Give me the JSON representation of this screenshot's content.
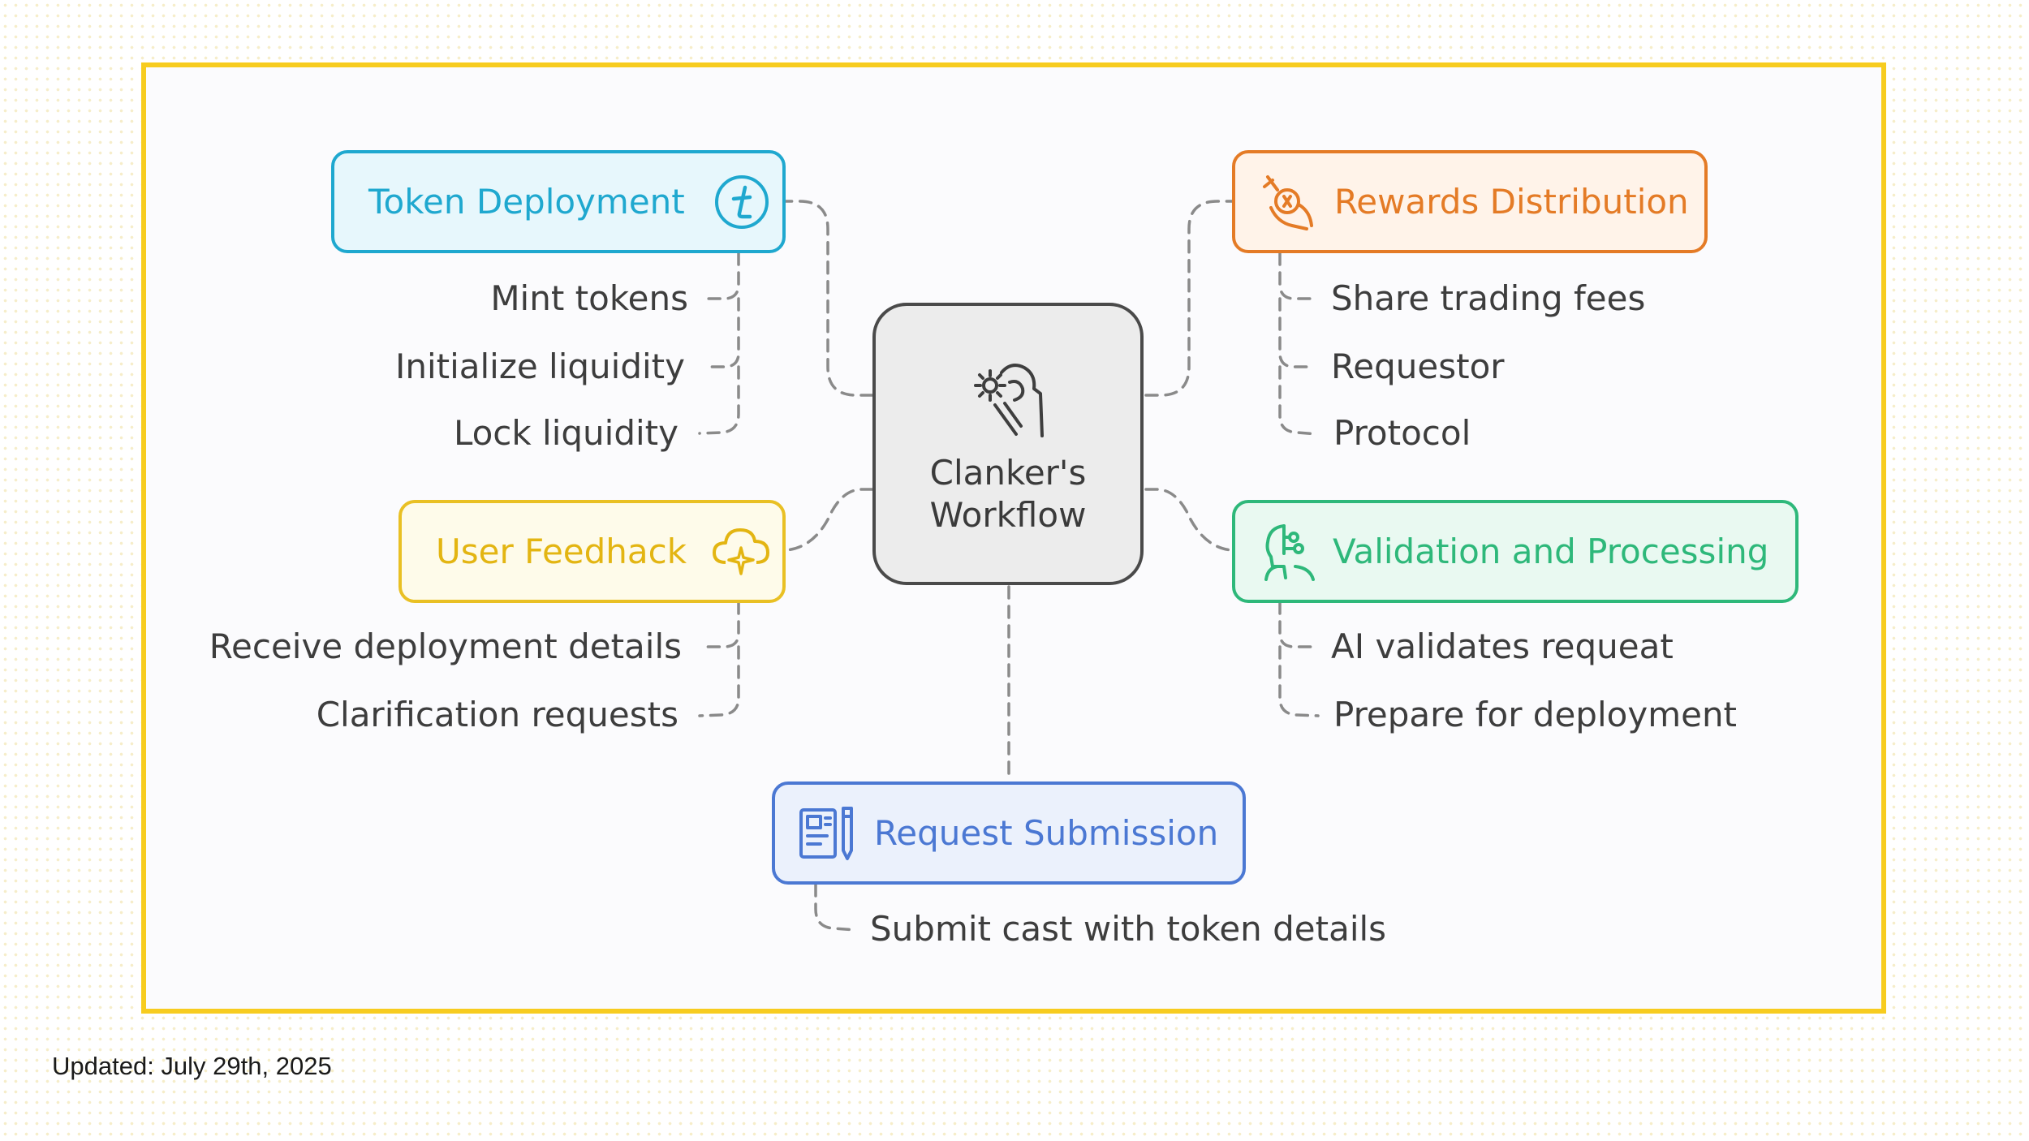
{
  "center": {
    "title_line1": "Clanker's",
    "title_line2": "Workflow",
    "icon": "hand-gear-icon"
  },
  "nodes": {
    "token_deployment": {
      "label": "Token Deployment",
      "icon": "coin-t-icon",
      "color": "#1fa8cf",
      "fill": "#e7f7fc",
      "items": [
        "Mint tokens",
        "Initialize liquidity",
        "Lock liquidity"
      ]
    },
    "user_feedback": {
      "label": "User Feedhack",
      "icon": "cloud-sparkle-icon",
      "color": "#e3b512",
      "fill": "#fefbea",
      "items": [
        "Receive deployment details",
        "Clarification requests"
      ]
    },
    "rewards_distribution": {
      "label": "Rewards Distribution",
      "icon": "hand-coin-icon",
      "color": "#e47b26",
      "fill": "#fff3e9",
      "items": [
        "Share trading fees",
        "Requestor",
        "Protocol"
      ]
    },
    "validation_processing": {
      "label": "Validation and Processing",
      "icon": "ai-head-icon",
      "color": "#2eb87a",
      "fill": "#e9f9f1",
      "items": [
        "AI validates requeat",
        "Prepare for deployment"
      ]
    },
    "request_submission": {
      "label": "Request Submission",
      "icon": "form-pen-icon",
      "color": "#4b78d3",
      "fill": "#ebf1fc",
      "items": [
        "Submit cast with token details"
      ]
    }
  },
  "footer": {
    "updated": "Updated: July 29th, 2025"
  }
}
